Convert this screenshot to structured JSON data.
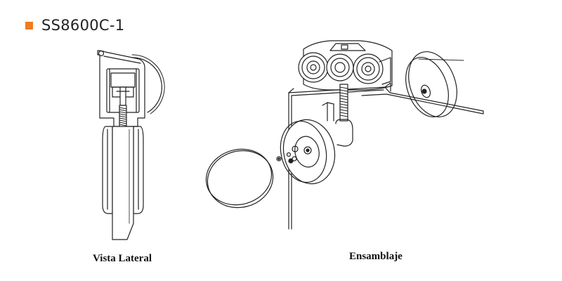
{
  "header": {
    "model_code": "SS8600C-1",
    "accent_color": "#f07c1e"
  },
  "views": {
    "side_view_label": "Vista Lateral",
    "assembly_label": "Ensamblaje"
  }
}
